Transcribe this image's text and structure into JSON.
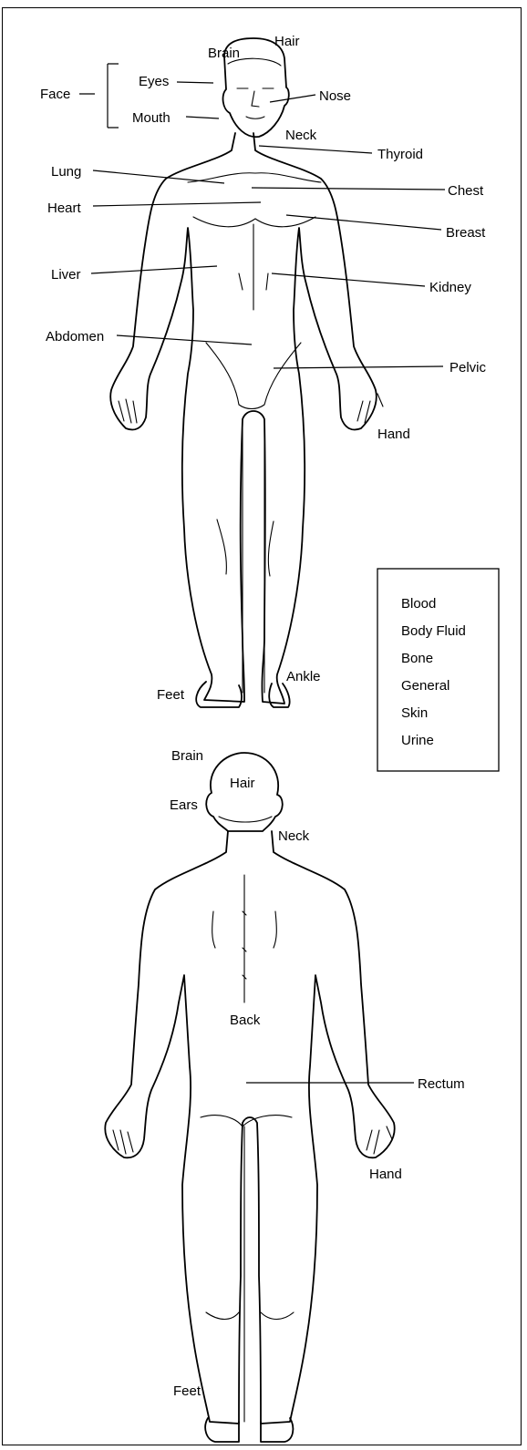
{
  "front": {
    "labels": {
      "hair": "Hair",
      "brain": "Brain",
      "face": "Face",
      "eyes": "Eyes",
      "mouth": "Mouth",
      "nose": "Nose",
      "neck": "Neck",
      "thyroid": "Thyroid",
      "lung": "Lung",
      "chest": "Chest",
      "heart": "Heart",
      "breast": "Breast",
      "liver": "Liver",
      "kidney": "Kidney",
      "abdomen": "Abdomen",
      "pelvic": "Pelvic",
      "hand": "Hand",
      "ankle": "Ankle",
      "feet": "Feet"
    }
  },
  "legend": {
    "items": [
      "Blood",
      "Body Fluid",
      "Bone",
      "General",
      "Skin",
      "Urine"
    ]
  },
  "back": {
    "labels": {
      "brain": "Brain",
      "hair": "Hair",
      "ears": "Ears",
      "neck": "Neck",
      "back": "Back",
      "rectum": "Rectum",
      "hand": "Hand",
      "feet": "Feet"
    }
  }
}
